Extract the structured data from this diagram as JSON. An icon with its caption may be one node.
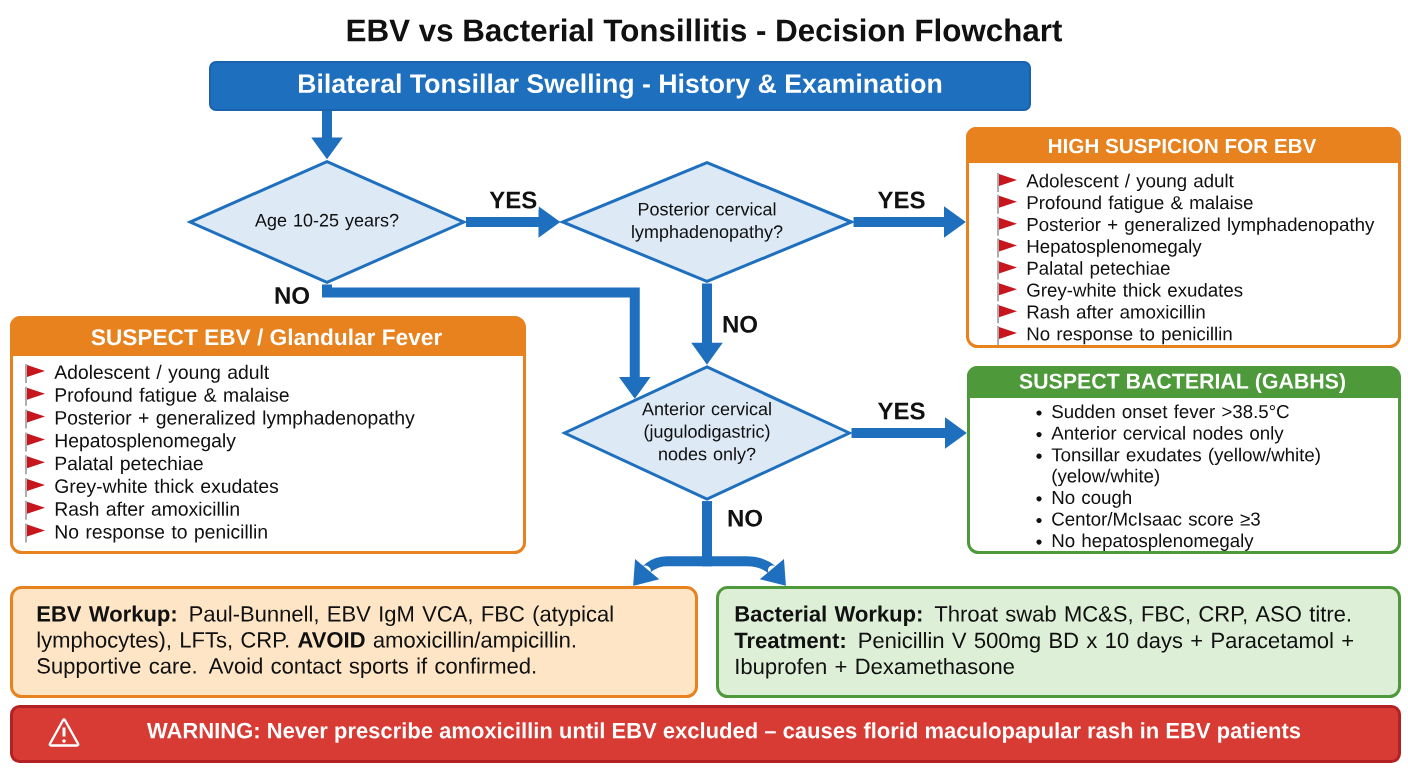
{
  "diagram": {
    "title": "EBV vs Bacterial Tonsillitis - Decision Flowchart",
    "nodes": [
      {
        "text": [
          "Bilateral Tonsillar Swelling - History & Examination"
        ]
      },
      {
        "text": [
          "Age 10-25 years?"
        ]
      },
      {
        "text": [
          "Posterior cervical lymphadenopathy?"
        ]
      },
      {
        "text": [
          "HIGH SUSPICION FOR EBV",
          "Adolescent / young adult",
          "Profound fatigue & malaise",
          "Posterior + generalized lymphadenopathy",
          "Hepatosplenomegaly",
          "Palatal petechiae",
          "Grey-white thick exudates",
          "Rash after amoxicillin",
          "No response to penicillin"
        ]
      },
      {
        "text": [
          "SUSPECT EBV / Glandular Fever",
          "Adolescent / young adult",
          "Profound fatigue & malaise",
          "Posterior + generalized lymphadenopathy",
          "Hepatosplenomegaly",
          "Palatal petechiae",
          "Grey-white thick exudates",
          "Rash after amoxicillin",
          "No response to penicillin"
        ]
      },
      {
        "text": [
          "Anterior cervical (jugulodigastric) nodes only?"
        ]
      },
      {
        "text": [
          "SUSPECT BACTERIAL (GABHS)",
          "Sudden onset fever >38.5°C",
          "Anterior cervical nodes only",
          "Tonsillar exudates (yellow/white) (yelow/white)",
          "No cough",
          "Centor/McIsaac score ≥3",
          "No hepatosplenomegaly"
        ]
      },
      {
        "text": [
          "**EBV Workup:** Paul-Bunnell, EBV IgM VCA, FBC (atypical lymphocytes), LFTs, CRP. **AVOID** amoxicillin/ampicillin. Supportive care. Avoid contact sports if confirmed."
        ]
      },
      {
        "text": [
          "**Bacterial Workup:** Throat swab MC&S, FBC, CRP, ASO titre.",
          "**Treatment:** Penicillin V 500mg BD x 10 days + Paracetamol + Ibuprofen + Dexamethasone"
        ]
      },
      {
        "text": [
          "WARNING: Never prescribe amoxicillin until EBV excluded – causes florid maculopapular rash in EBV patients"
        ]
      }
    ],
    "edges": [
      {
        "from": 0,
        "to": 1,
        "arrow": "to"
      },
      {
        "from": 1,
        "to": 2,
        "arrow": "to",
        "label": "YES"
      },
      {
        "from": 2,
        "to": 3,
        "arrow": "to",
        "label": "YES"
      },
      {
        "from": 1,
        "to": 5,
        "arrow": "to",
        "label": "NO"
      },
      {
        "from": 2,
        "to": 5,
        "arrow": "to",
        "label": "NO"
      },
      {
        "from": 5,
        "to": 6,
        "arrow": "to",
        "label": "YES"
      },
      {
        "from": 5,
        "to": 7,
        "arrow": "to",
        "label": "NO"
      },
      {
        "from": 5,
        "to": 8,
        "arrow": "to"
      }
    ]
  }
}
